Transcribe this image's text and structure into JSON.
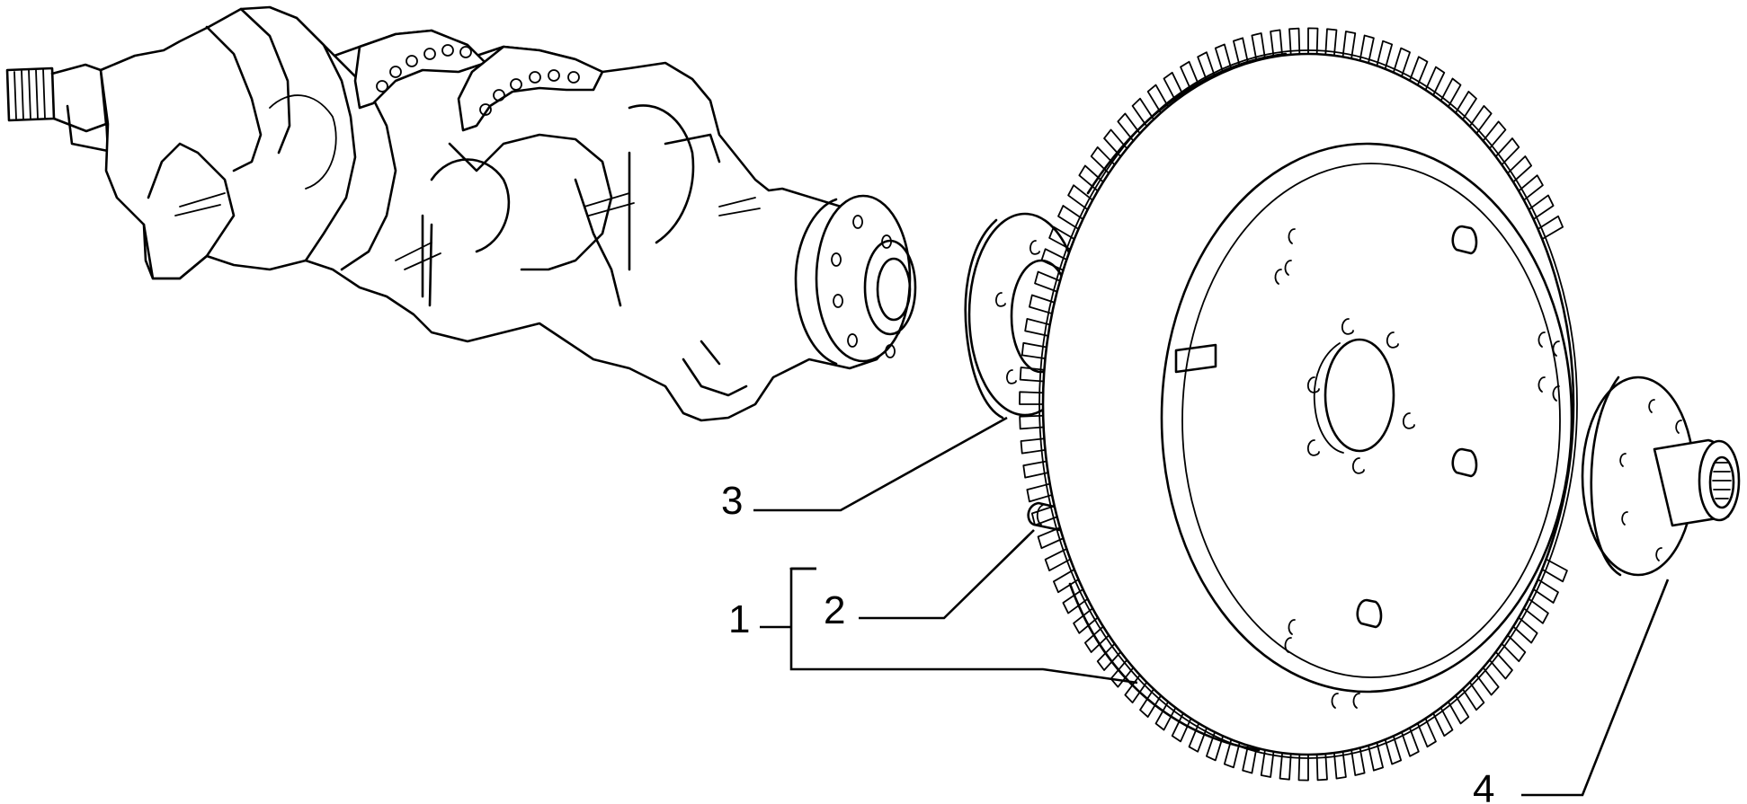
{
  "callouts": [
    {
      "id": "1",
      "label": "1"
    },
    {
      "id": "2",
      "label": "2"
    },
    {
      "id": "3",
      "label": "3"
    },
    {
      "id": "4",
      "label": "4"
    }
  ],
  "colors": {
    "ink": "#000000",
    "background": "#ffffff"
  },
  "parts": [
    {
      "name": "crankshaft"
    },
    {
      "name": "flywheel-ring-gear"
    },
    {
      "name": "pin-bushing"
    },
    {
      "name": "plate"
    },
    {
      "name": "flange-hub"
    }
  ]
}
